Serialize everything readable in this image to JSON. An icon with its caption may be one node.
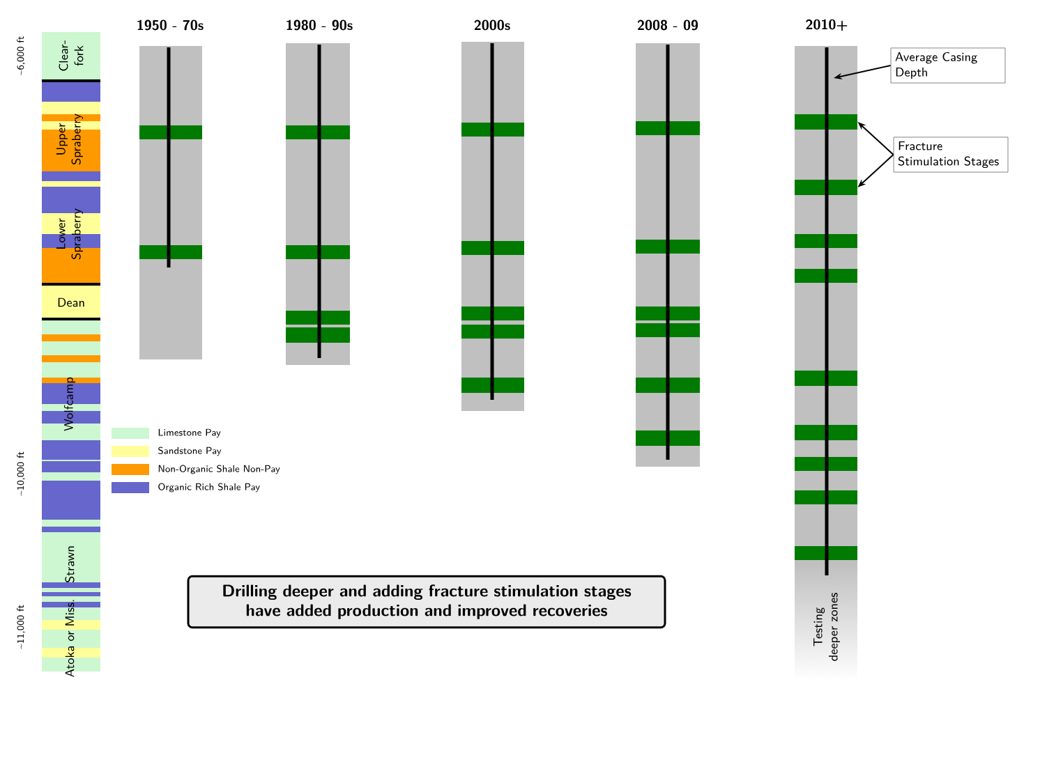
{
  "diagram": {
    "nodes": [
      {
        "text": [
          "Average Casing Depth"
        ]
      },
      {
        "text": [
          "Fracture Stimulation Stages"
        ]
      },
      {
        "text": [
          "Drilling deeper and adding fracture stimulation stages have added production and improved recoveries"
        ]
      },
      {
        "text": [],
        "shape": "bar"
      },
      {
        "text": [],
        "shape": "bar"
      }
    ],
    "edges": [
      {
        "from": 0,
        "to": null,
        "arrow": "to"
      },
      {
        "from": 1,
        "to": 3,
        "arrow": "to"
      },
      {
        "from": 1,
        "to": 4,
        "arrow": "to"
      }
    ],
    "labels": [
      "~6,000 ft",
      "Clear-fork",
      "Upper Spraberry",
      "Lower Spraberry",
      "Dean",
      "Wolfcamp",
      "~10,000 ft",
      "Strawn",
      "~11,000 ft",
      "Atoka or Miss.",
      "1950 - 70s",
      "1980 - 90s",
      "2000s",
      "2008 - 09",
      "2010+",
      "Testing deeper zones"
    ],
    "legend": [
      {
        "text": "Limestone Pay",
        "color": "#ccf7d0"
      },
      {
        "text": "Sandstone Pay",
        "color": "#ffff99"
      },
      {
        "text": "Non-Organic Shale Non-Pay",
        "color": "#ff9900"
      },
      {
        "text": "Organic Rich Shale Pay",
        "color": "#6666cc"
      }
    ]
  }
}
